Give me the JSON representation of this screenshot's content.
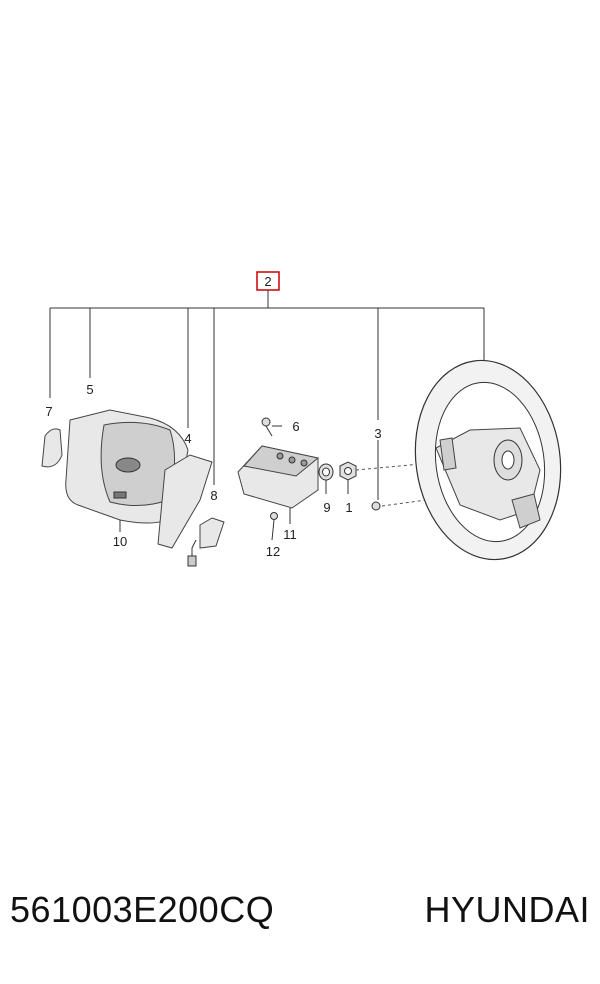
{
  "callouts": {
    "c1": "1",
    "c2": "2",
    "c3": "3",
    "c4": "4",
    "c5": "5",
    "c6": "6",
    "c7": "7",
    "c8": "8",
    "c9": "9",
    "c10": "10",
    "c11": "11",
    "c12": "12"
  },
  "caption": {
    "part_number": "561003E200CQ",
    "brand": "HYUNDAI"
  },
  "colors": {
    "highlight_box": "#cc0000",
    "line": "#333333",
    "part_fill": "#e8e8e8"
  }
}
